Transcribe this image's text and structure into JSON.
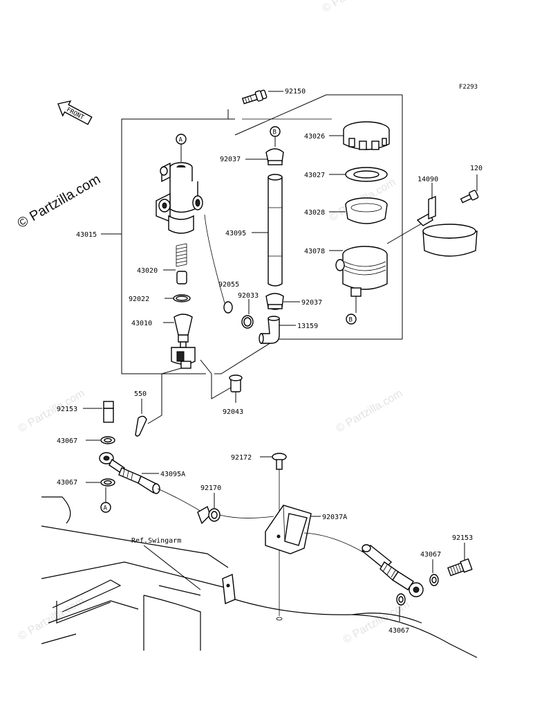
{
  "diagram_code": "F2293",
  "front_label": "FRONT",
  "watermark_text": "© Partzilla.com",
  "ref_label": "Ref.Swingarm",
  "ref_marks": {
    "a": "A",
    "b": "B"
  },
  "parts": {
    "p92150": "92150",
    "p43015": "43015",
    "p92037_top": "92037",
    "p43026": "43026",
    "p43027": "43027",
    "p43028": "43028",
    "p43095": "43095",
    "p43078": "43078",
    "p120": "120",
    "p14090": "14090",
    "p43020": "43020",
    "p92055": "92055",
    "p92033": "92033",
    "p92037_bot": "92037",
    "p92022": "92022",
    "p43010": "43010",
    "p13159": "13159",
    "p550": "550",
    "p92153_left": "92153",
    "p92043": "92043",
    "p43067_1": "43067",
    "p92172": "92172",
    "p43095A": "43095A",
    "p43067_2": "43067",
    "p92170": "92170",
    "p92037A": "92037A",
    "p92153_right": "92153",
    "p43067_3": "43067",
    "p43067_4": "43067"
  },
  "colors": {
    "line": "#000000",
    "watermark": "#e3e3e3",
    "background": "#ffffff"
  }
}
